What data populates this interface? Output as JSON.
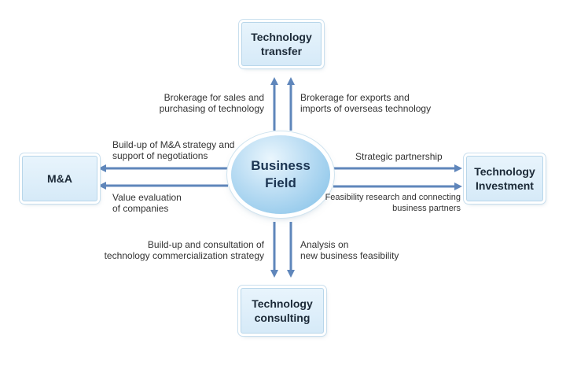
{
  "center": {
    "line1": "Business",
    "line2": "Field"
  },
  "boxes": {
    "top": {
      "line1": "Technology",
      "line2": "transfer"
    },
    "left": {
      "line1": "M&A"
    },
    "right": {
      "line1": "Technology",
      "line2": "Investment"
    },
    "bottom": {
      "line1": "Technology",
      "line2": "consulting"
    }
  },
  "labels": {
    "top_left": [
      "Brokerage for sales and",
      "purchasing of technology"
    ],
    "top_right": [
      "Brokerage for exports and",
      "imports of overseas technology"
    ],
    "left_upper": [
      "Build-up of M&A strategy and",
      "support of negotiations"
    ],
    "left_lower": [
      "Value evaluation",
      "of companies"
    ],
    "right_upper": [
      "Strategic partnership"
    ],
    "right_lower": [
      "Feasibility research and connecting",
      "business partners"
    ],
    "bottom_left": [
      "Build-up and consultation of",
      "technology commercialization strategy"
    ],
    "bottom_right": [
      "Analysis on",
      "new business feasibility"
    ]
  },
  "colors": {
    "arrow": "#5f86bb",
    "box_border": "#b8d6ea",
    "text": "#333333"
  }
}
